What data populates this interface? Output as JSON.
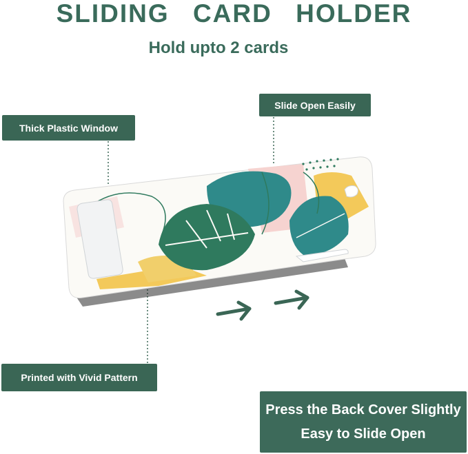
{
  "header": {
    "title": "SLIDING   CARD   HOLDER",
    "subtitle": "Hold upto 2 cards"
  },
  "callouts": {
    "window": "Thick Plastic Window",
    "slide": "Slide Open Easily",
    "printed": "Printed with Vivid Pattern"
  },
  "feature_box": {
    "line1": "Press the Back Cover Slightly",
    "line2": "Easy to Slide Open"
  },
  "colors": {
    "brand_green": "#3a6655",
    "leaf_dark": "#2f7a5e",
    "leaf_teal": "#2f8a8a",
    "accent_yellow": "#f3c95a",
    "accent_pink": "#f6d3d0"
  }
}
